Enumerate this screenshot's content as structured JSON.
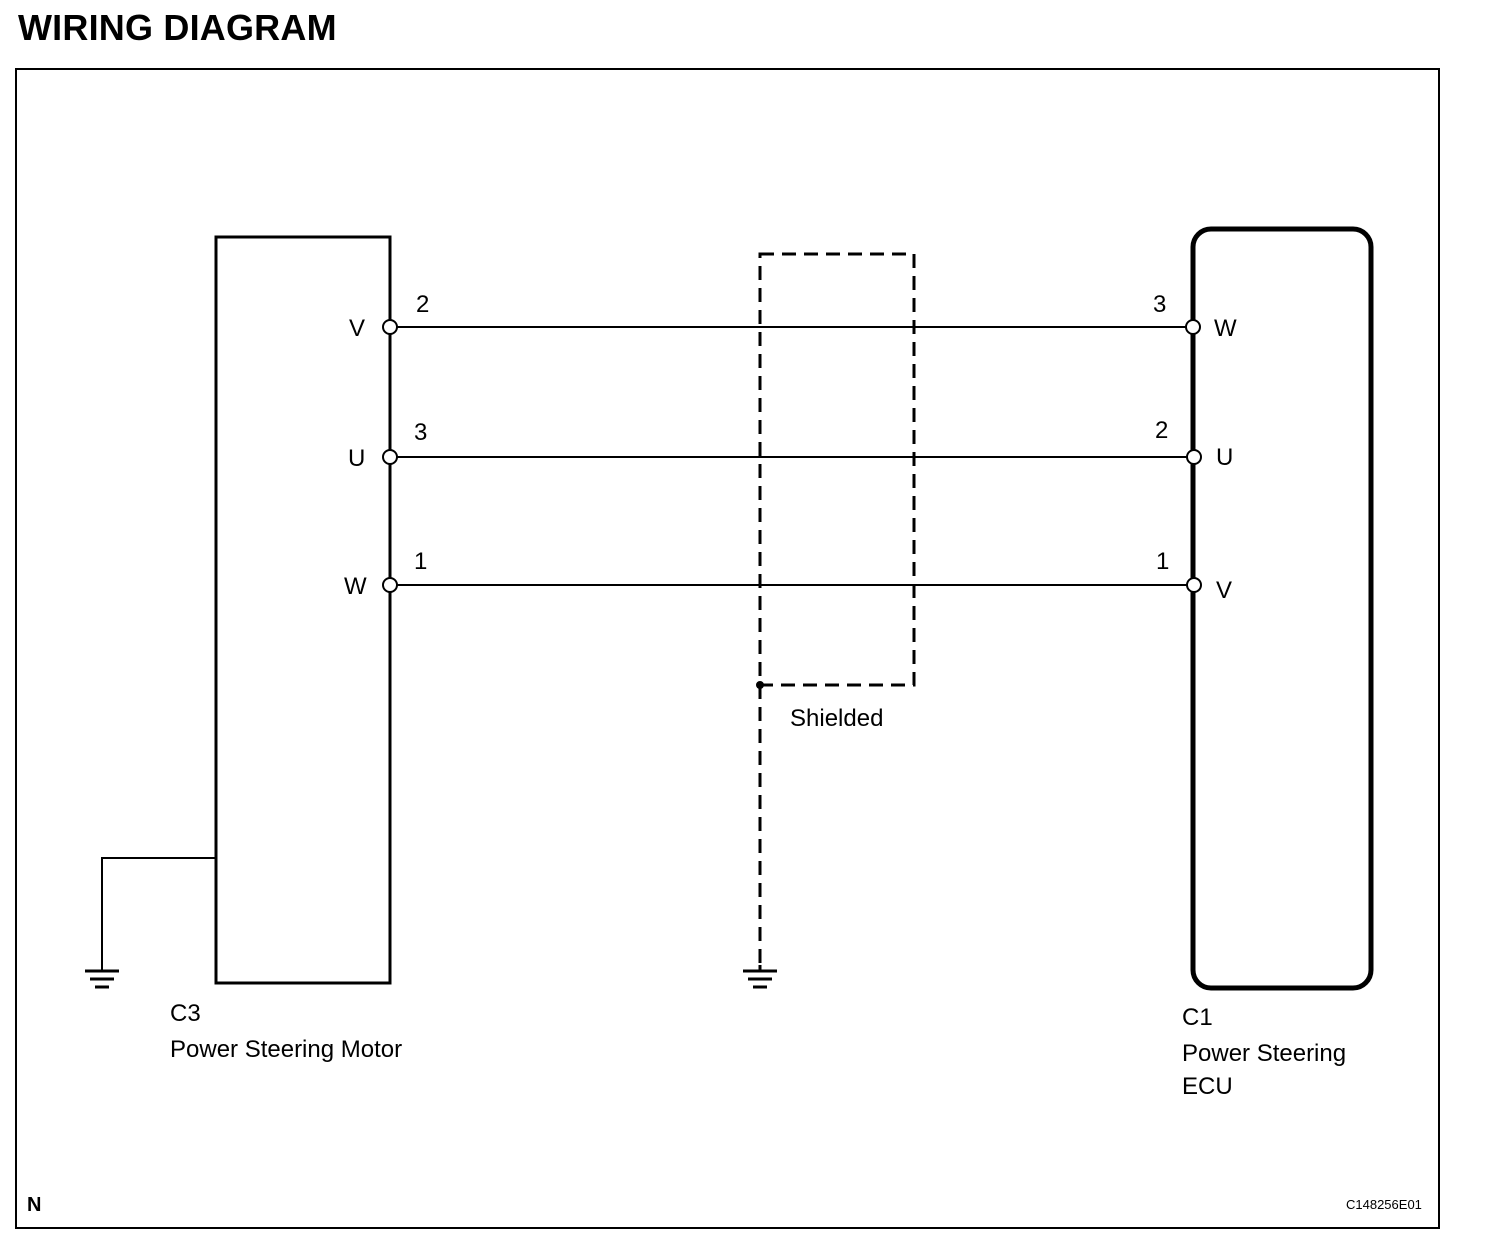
{
  "title": "WIRING DIAGRAM",
  "components": {
    "motor": {
      "connector": "C3",
      "name": "Power Steering Motor",
      "terminals": [
        {
          "phase": "V",
          "pin": "2"
        },
        {
          "phase": "U",
          "pin": "3"
        },
        {
          "phase": "W",
          "pin": "1"
        }
      ]
    },
    "ecu": {
      "connector": "C1",
      "name_line1": "Power Steering",
      "name_line2": "ECU",
      "terminals": [
        {
          "phase": "W",
          "pin": "3"
        },
        {
          "phase": "U",
          "pin": "2"
        },
        {
          "phase": "V",
          "pin": "1"
        }
      ]
    }
  },
  "shield": {
    "label": "Shielded"
  },
  "footer": {
    "left_mark": "N",
    "figure_code": "C148256E01"
  }
}
